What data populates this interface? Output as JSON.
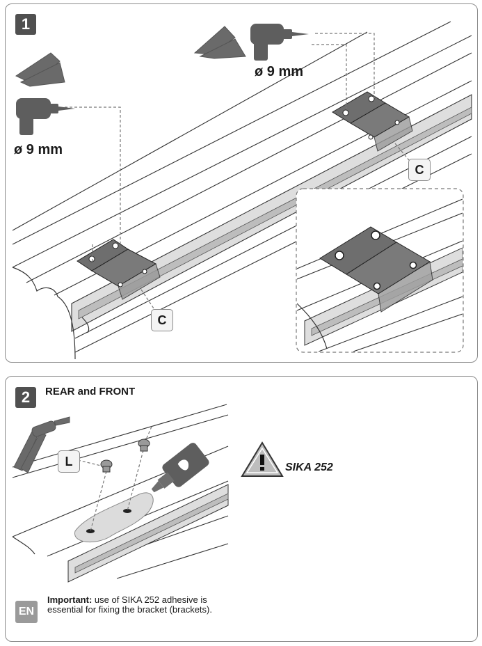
{
  "step1": {
    "number": "1",
    "drill_size_left": "ø 9 mm",
    "drill_size_right": "ø 9 mm",
    "callout_c_1": "C",
    "callout_c_2": "C"
  },
  "step2": {
    "number": "2",
    "title": "REAR and FRONT",
    "callout_l": "L",
    "warning_text": "SIKA 252"
  },
  "footer": {
    "language": "EN",
    "note_bold": "Important:",
    "note_line1": " use of SIKA 252 adhesive is",
    "note_line2": "essential for fixing the bracket (brackets)."
  },
  "colors": {
    "badge": "#505050",
    "lang_badge": "#9a9a9a",
    "border": "#8c8c8c",
    "metal": "#6e6e6e",
    "rail": "#d8d8d8"
  },
  "icons": [
    "drill-icon",
    "pliers-icon",
    "rivet-gun-icon",
    "adhesive-tube-icon",
    "warning-triangle-icon",
    "rivet-icon",
    "bracket-icon"
  ]
}
